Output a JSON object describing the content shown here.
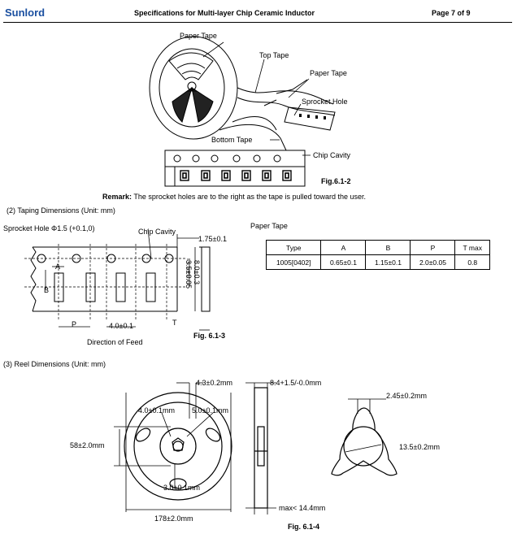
{
  "header": {
    "brand": "Sunlord",
    "title": "Specifications for Multi-layer Chip Ceramic Inductor",
    "page": "Page 7 of 9"
  },
  "fig1": {
    "paper_tape": "Paper Tape",
    "top_tape": "Top Tape",
    "paper_tape2": "Paper Tape",
    "sprocket_hole": "Sprocket Hole",
    "bottom_tape": "Bottom Tape",
    "chip_cavity": "Chip Cavity",
    "fig": "Fig.6.1-2"
  },
  "remark": {
    "label": "Remark:",
    "text": "The sprocket holes are to the right as the tape is pulled toward the user."
  },
  "section2": {
    "heading": "(2) Taping Dimensions (Unit: mm)"
  },
  "fig2": {
    "sprocket_hole": "Sprocket Hole Φ1.5 (+0.1,0)",
    "chip_cavity": "Chip Cavity",
    "dim_175": "1.75±0.1",
    "dim_35": "3.5±0.05",
    "dim_80": "8.0±0.3",
    "A": "A",
    "B": "B",
    "P": "P",
    "T": "T",
    "dim_40": "4.0±0.1",
    "feed": "Direction of Feed",
    "fig": "Fig. 6.1-3"
  },
  "paper_tape_table": {
    "title": "Paper Tape",
    "headers": [
      "Type",
      "A",
      "B",
      "P",
      "T max"
    ],
    "rows": [
      [
        "1005[0402]",
        "0.65±0.1",
        "1.15±0.1",
        "2.0±0.05",
        "0.8"
      ]
    ]
  },
  "section3": {
    "heading": "(3) Reel Dimensions (Unit: mm)"
  },
  "fig3": {
    "d43": "4.3±0.2mm",
    "d40": "4.0±0.1mm",
    "d50": "5.0±0.1mm",
    "d58": "58±2.0mm",
    "d30": "3.0±0.1mm",
    "d178": "178±2.0mm",
    "d84": "8.4+1.5/-0.0mm",
    "dmax": "max< 14.4mm",
    "d245": "2.45±0.2mm",
    "d135": "13.5±0.2mm",
    "fig": "Fig. 6.1-4"
  }
}
